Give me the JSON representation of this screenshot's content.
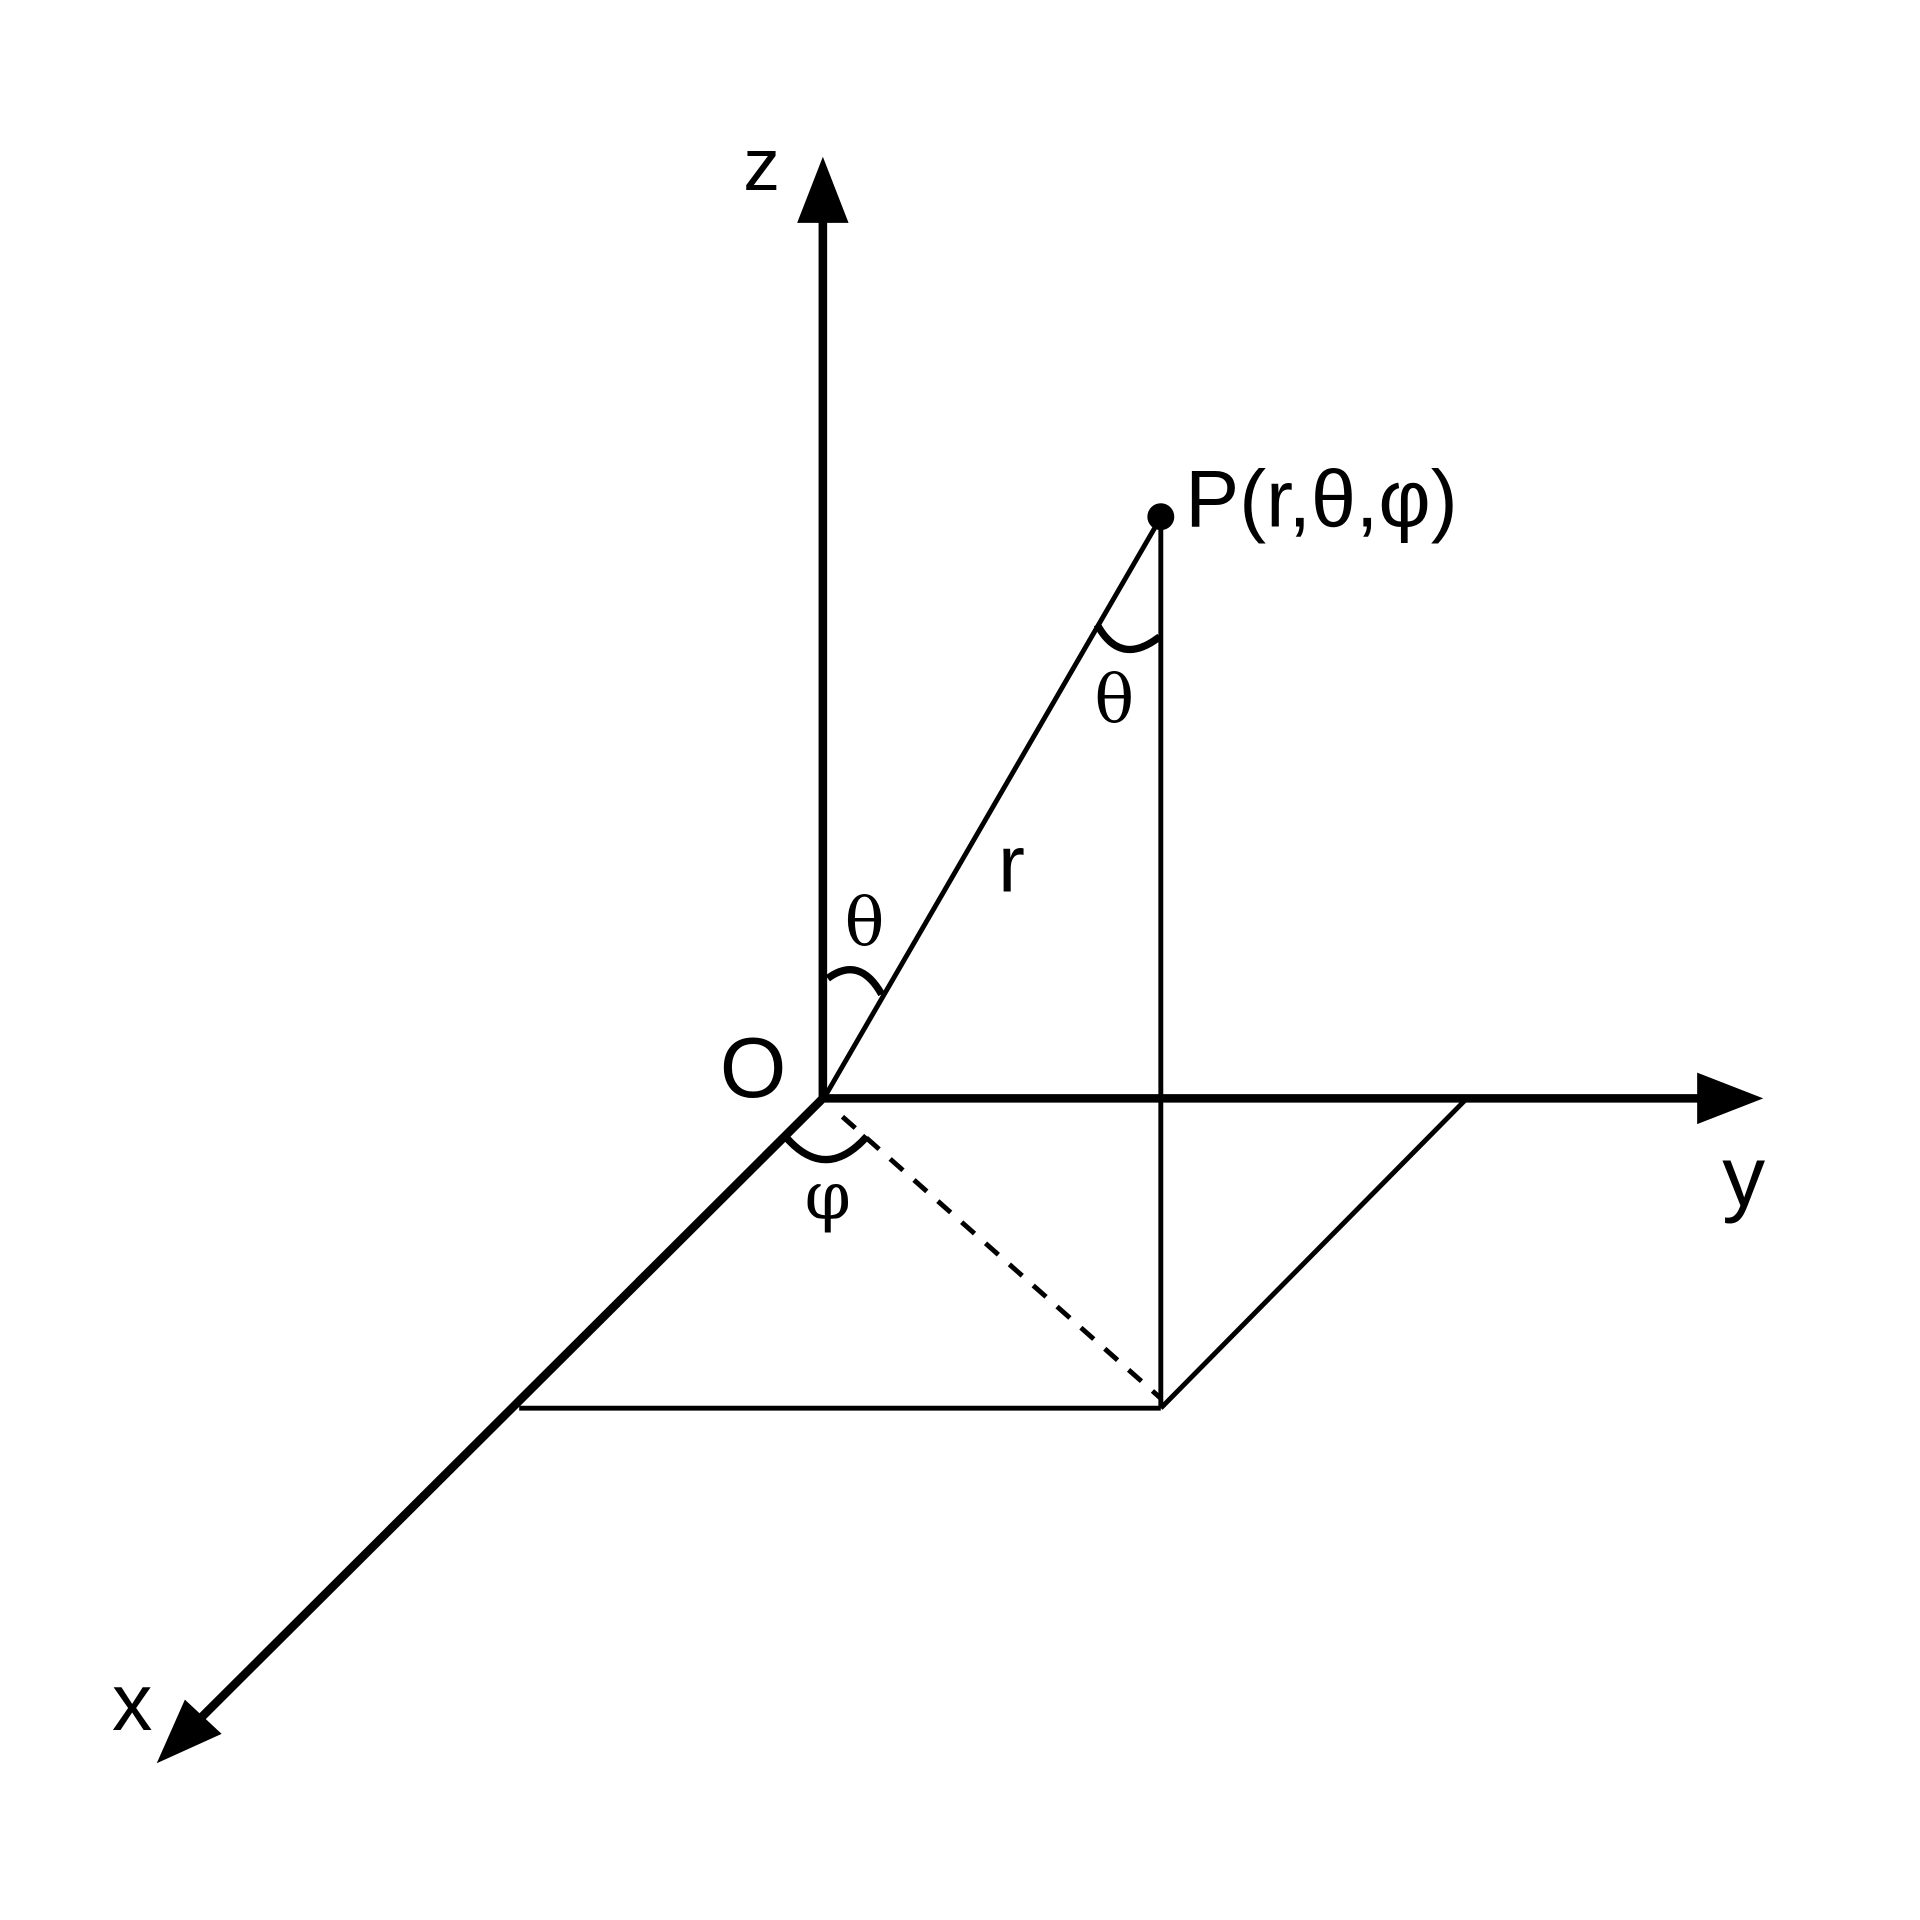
{
  "labels": {
    "z_axis": "z",
    "y_axis": "y",
    "x_axis": "x",
    "origin": "O",
    "point": "P(r,θ,φ)",
    "radius": "r",
    "theta_at_origin": "θ",
    "theta_at_point": "θ",
    "phi": "φ"
  },
  "colors": {
    "stroke": "#000000",
    "background": "#ffffff"
  }
}
